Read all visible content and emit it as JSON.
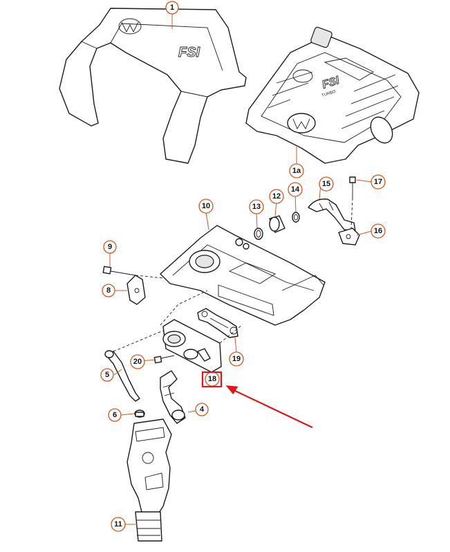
{
  "diagram": {
    "callouts": [
      "1",
      "1a",
      "4",
      "5",
      "6",
      "8",
      "9",
      "10",
      "11",
      "12",
      "13",
      "14",
      "15",
      "16",
      "17",
      "18",
      "19",
      "20"
    ],
    "highlighted_callout": "18",
    "logos": {
      "cover_brand": "FSI",
      "cover_brand_2": "FSI",
      "cover_sub": "TURBO"
    },
    "colors": {
      "callout_ring": "#d9541e",
      "highlight_box": "#e0161b",
      "pointer_arrow": "#e0161b",
      "line_art": "#1a1a1a"
    }
  }
}
